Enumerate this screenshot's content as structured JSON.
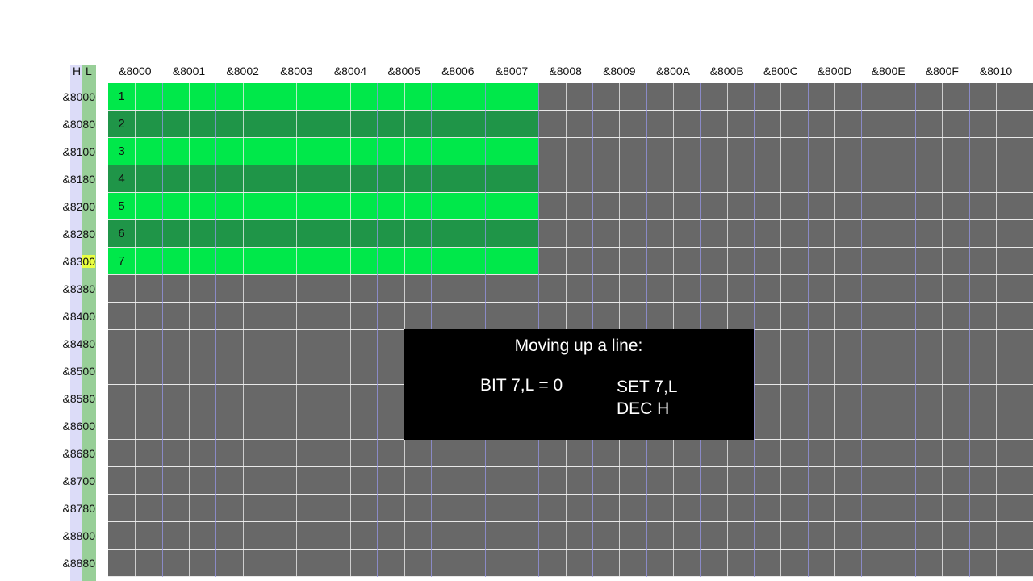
{
  "header": {
    "h_label": "H",
    "l_label": "L"
  },
  "columns": [
    "&8000",
    "&8001",
    "&8002",
    "&8003",
    "&8004",
    "&8005",
    "&8006",
    "&8007",
    "&8008",
    "&8009",
    "&800A",
    "&800B",
    "&800C",
    "&800D",
    "&800E",
    "&800F",
    "&8010"
  ],
  "rows": [
    {
      "hi": "&80",
      "lo": "00",
      "num": "1"
    },
    {
      "hi": "&80",
      "lo": "80",
      "num": "2"
    },
    {
      "hi": "&81",
      "lo": "00",
      "num": "3"
    },
    {
      "hi": "&81",
      "lo": "80",
      "num": "4"
    },
    {
      "hi": "&82",
      "lo": "00",
      "num": "5"
    },
    {
      "hi": "&82",
      "lo": "80",
      "num": "6"
    },
    {
      "hi": "&83",
      "lo": "00",
      "num": "7",
      "highlight_low": true
    },
    {
      "hi": "&83",
      "lo": "80"
    },
    {
      "hi": "&84",
      "lo": "00"
    },
    {
      "hi": "&84",
      "lo": "80"
    },
    {
      "hi": "&85",
      "lo": "00"
    },
    {
      "hi": "&85",
      "lo": "80"
    },
    {
      "hi": "&86",
      "lo": "00"
    },
    {
      "hi": "&86",
      "lo": "80"
    },
    {
      "hi": "&87",
      "lo": "00"
    },
    {
      "hi": "&87",
      "lo": "80"
    },
    {
      "hi": "&88",
      "lo": "00"
    },
    {
      "hi": "&88",
      "lo": "80"
    }
  ],
  "filled_bytes_per_row": 8,
  "colors": {
    "bright_green": "#00e84a",
    "dark_green": "#1f9548",
    "empty": "#686868",
    "highlight": "#eaff40"
  },
  "overlay": {
    "title": "Moving up a line:",
    "condition": "BIT 7,L = 0",
    "actions": [
      "SET 7,L",
      "DEC H"
    ]
  }
}
